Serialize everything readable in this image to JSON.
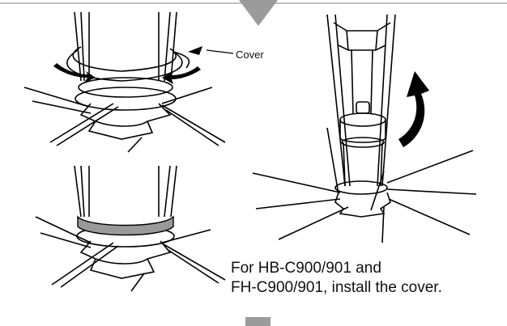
{
  "labels": {
    "cover": "Cover"
  },
  "caption": {
    "line1": "For HB-C900/901 and",
    "line2": "FH-C900/901, install the cover."
  },
  "colors": {
    "line": "#000000",
    "band": "#9a9a9a",
    "pointer": "#9b9b9b",
    "rule": "#aaaaaa"
  }
}
